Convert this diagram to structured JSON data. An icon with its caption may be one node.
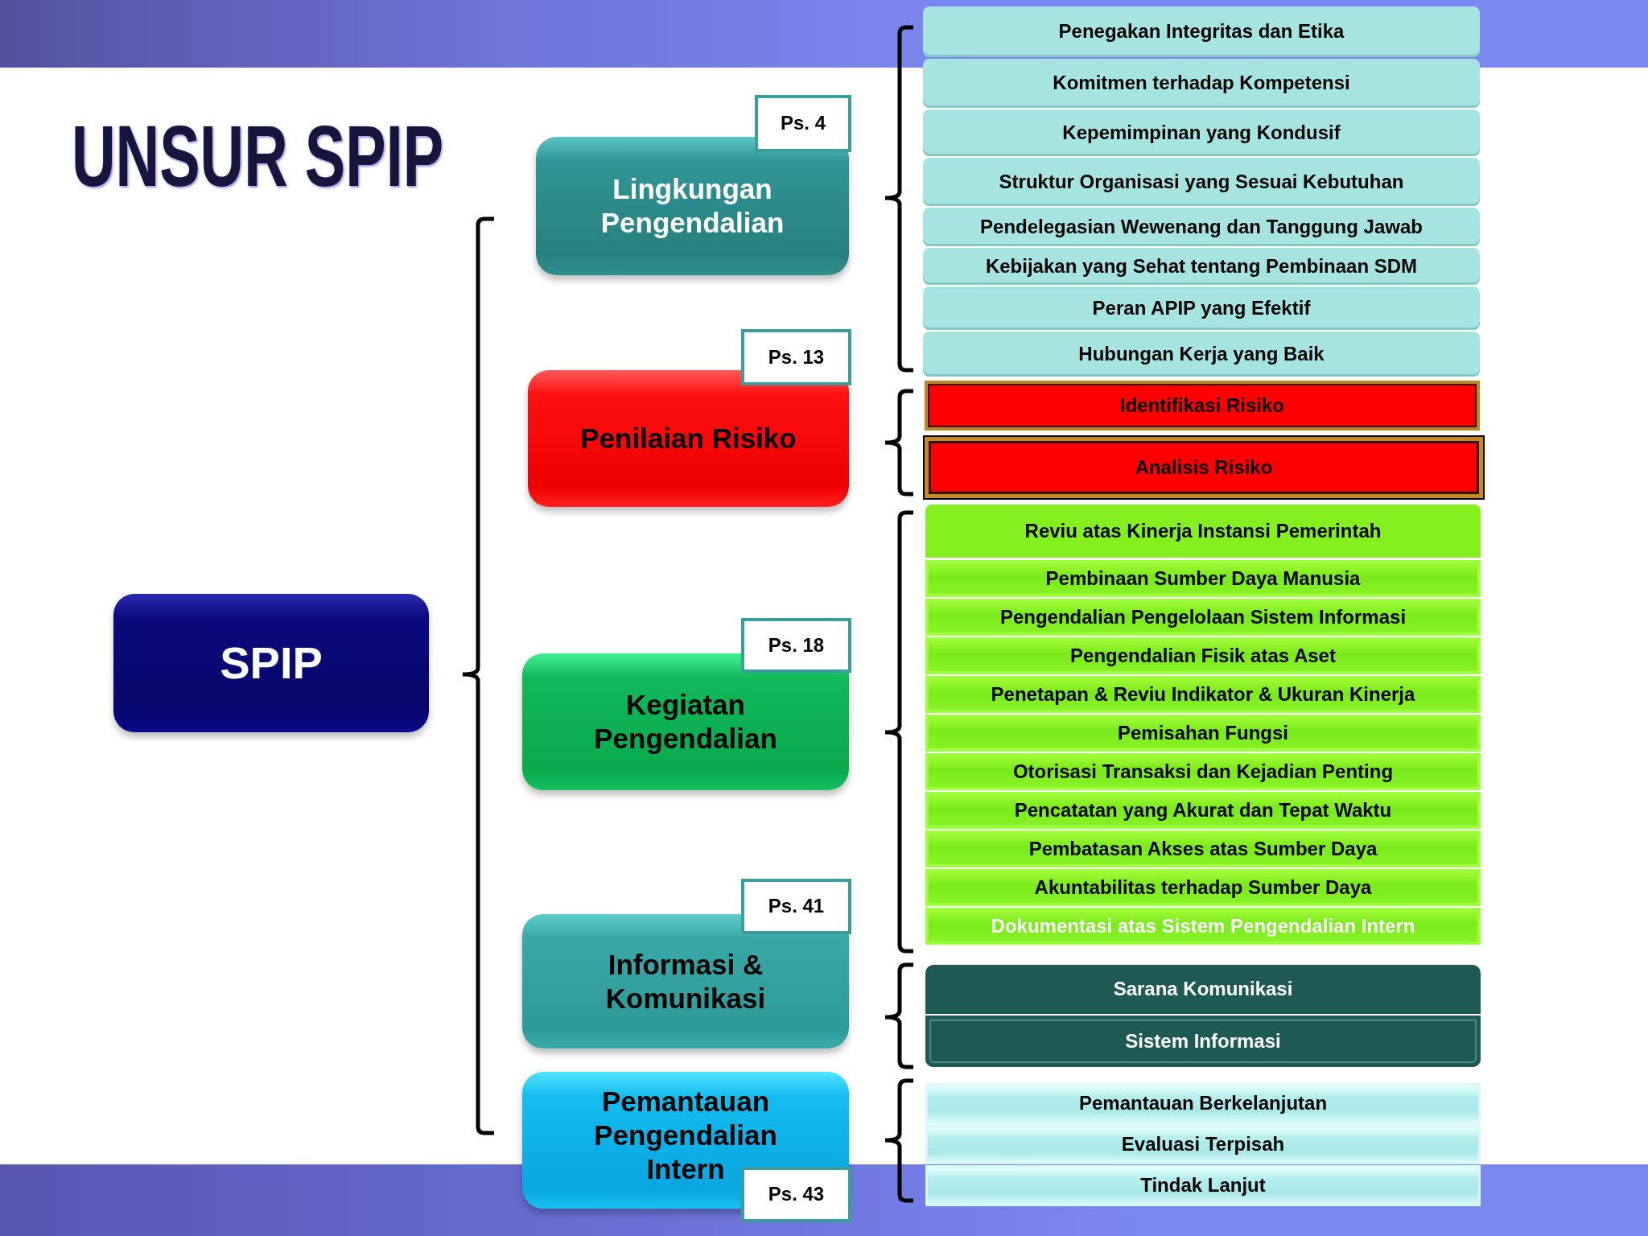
{
  "diagram": {
    "title": "UNSUR SPIP",
    "nodes": [
      {
        "text": [
          "SPIP"
        ]
      },
      {
        "text": [
          "Ps. 4"
        ]
      },
      {
        "text": [
          "Lingkungan Pengendalian"
        ]
      },
      {
        "text": [
          "Penegakan Integritas dan Etika"
        ]
      },
      {
        "text": [
          "Komitmen terhadap Kompetensi"
        ]
      },
      {
        "text": [
          "Kepemimpinan yang Kondusif"
        ]
      },
      {
        "text": [
          "Struktur Organisasi yang Sesuai Kebutuhan"
        ]
      },
      {
        "text": [
          "Pendelegasian Wewenang dan Tanggung Jawab"
        ]
      },
      {
        "text": [
          "Kebijakan yang Sehat tentang Pembinaan SDM"
        ]
      },
      {
        "text": [
          "Peran APIP yang Efektif"
        ]
      },
      {
        "text": [
          "Hubungan Kerja yang Baik"
        ]
      },
      {
        "text": [
          "Ps. 13"
        ]
      },
      {
        "text": [
          "Penilaian Risiko"
        ]
      },
      {
        "text": [
          "Identifikasi Risiko"
        ]
      },
      {
        "text": [
          "Analisis Risiko"
        ]
      },
      {
        "text": [
          "Ps. 18"
        ]
      },
      {
        "text": [
          "Kegiatan Pengendalian"
        ]
      },
      {
        "text": [
          "Reviu atas Kinerja Instansi Pemerintah"
        ]
      },
      {
        "text": [
          "Pembinaan Sumber Daya Manusia"
        ]
      },
      {
        "text": [
          "Pengendalian Pengelolaan Sistem Informasi"
        ]
      },
      {
        "text": [
          "Pengendalian Fisik atas Aset"
        ]
      },
      {
        "text": [
          "Penetapan & Reviu Indikator & Ukuran Kinerja"
        ]
      },
      {
        "text": [
          "Pemisahan Fungsi"
        ]
      },
      {
        "text": [
          "Otorisasi Transaksi dan Kejadian Penting"
        ]
      },
      {
        "text": [
          "Pencatatan yang Akurat dan Tepat Waktu"
        ]
      },
      {
        "text": [
          "Pembatasan Akses atas Sumber Daya"
        ]
      },
      {
        "text": [
          "Akuntabilitas terhadap Sumber Daya"
        ]
      },
      {
        "text": [
          "Dokumentasi atas Sistem Pengendalian Intern"
        ]
      },
      {
        "text": [
          "Ps. 41"
        ]
      },
      {
        "text": [
          "Informasi & Komunikasi"
        ]
      },
      {
        "text": [
          "Sarana Komunikasi"
        ]
      },
      {
        "text": [
          "Sistem Informasi"
        ]
      },
      {
        "text": [
          "Pemantauan Pengendalian Intern"
        ]
      },
      {
        "text": [
          "Ps. 43"
        ]
      },
      {
        "text": [
          "Pemantauan Berkelanjutan"
        ]
      },
      {
        "text": [
          "Evaluasi Terpisah"
        ]
      },
      {
        "text": [
          "Tindak Lanjut"
        ]
      }
    ]
  }
}
